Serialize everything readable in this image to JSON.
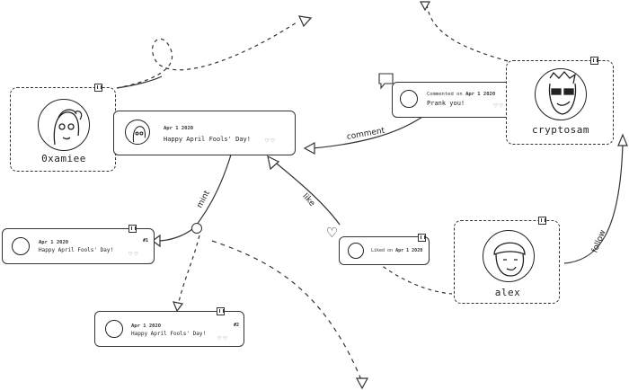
{
  "users": {
    "oxamiee": {
      "name": "0xamiee"
    },
    "cryptosam": {
      "name": "cryptosam"
    },
    "alex": {
      "name": "alex"
    }
  },
  "cards": {
    "main": {
      "date": "Apr 1 2020",
      "text": "Happy April Fools' Day!"
    },
    "comment": {
      "prefix": "Commented on",
      "date": "Apr 1 2020",
      "text": "Prank you!"
    },
    "copy1": {
      "date": "Apr 1 2020",
      "text": "Happy April Fools' Day!",
      "badge": "#1"
    },
    "copy2": {
      "date": "Apr 1 2020",
      "text": "Happy April Fools' Day!",
      "badge": "#2"
    },
    "liked": {
      "prefix": "Liked on",
      "date": "Apr 1 2020"
    }
  },
  "edges": {
    "comment": "comment",
    "mint": "mint",
    "like": "like",
    "follow": "follow"
  },
  "icons": {
    "heart": "heart-icon",
    "chat": "chat-bubble-icon",
    "bookmark": "bookmark-icon",
    "mint_node": "mint-node-icon"
  }
}
